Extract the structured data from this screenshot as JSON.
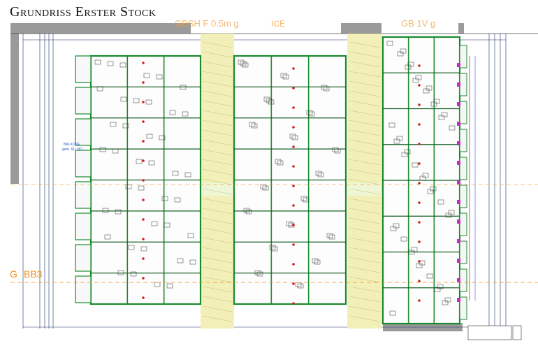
{
  "title": "Grundriss Erster Stock",
  "colors": {
    "wall": "#1a8a2e",
    "wall_dark": "#145f22",
    "corridor": "#f2f0b8",
    "grey_block": "#9a9a9a",
    "grid": "#1a2f6e",
    "orange": "#f0901a",
    "red": "#d62020",
    "magenta": "#c030c0",
    "blue": "#3060d0"
  },
  "labels": {
    "bb3": "BB3",
    "g_mark": "G",
    "top_left_text": "GBSH F 0.5m g",
    "top_left_suffix": "ICE",
    "top_right_text": "GB 1V g",
    "balcony_label": "BALKONE",
    "balcony_sub": "gem. §11 BO"
  }
}
